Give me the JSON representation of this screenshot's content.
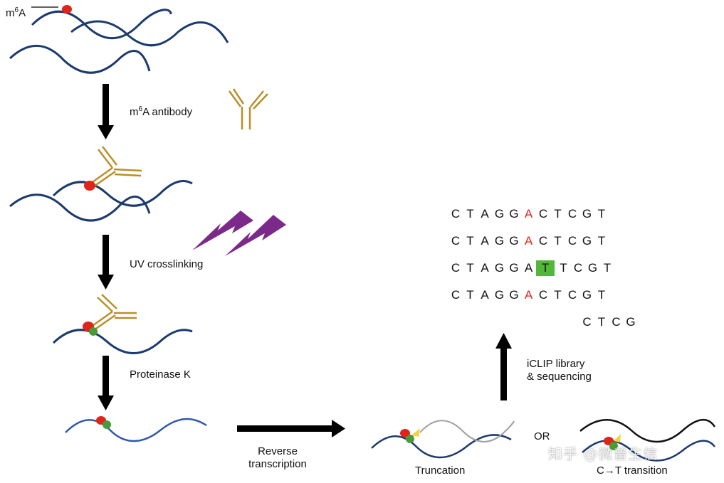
{
  "labels": {
    "m6a_marker_base": "m",
    "m6a_marker_sup": "6",
    "m6a_marker_suffix": "A",
    "antibody_step_base": "m",
    "antibody_step_sup": "6",
    "antibody_step_suffix": "A antibody",
    "uv_step": "UV crosslinking",
    "proteinase_step": "Proteinase K",
    "rt_line1": "Reverse",
    "rt_line2": "transcription",
    "truncation": "Truncation",
    "or": "OR",
    "transition": "C→T transition",
    "iclip_line1": "iCLIP library",
    "iclip_line2": "& sequencing"
  },
  "sequences": [
    {
      "letters": [
        "C",
        "T",
        "A",
        "G",
        "G",
        "A",
        "C",
        "T",
        "C",
        "G",
        "T"
      ],
      "highlight": 5,
      "style": "red"
    },
    {
      "letters": [
        "C",
        "T",
        "A",
        "G",
        "G",
        "A",
        "C",
        "T",
        "C",
        "G",
        "T"
      ],
      "highlight": 5,
      "style": "red"
    },
    {
      "letters": [
        "C",
        "T",
        "A",
        "G",
        "G",
        "A",
        "T",
        "T",
        "C",
        "G",
        "T"
      ],
      "highlight": 6,
      "style": "box"
    },
    {
      "letters": [
        "C",
        "T",
        "A",
        "G",
        "G",
        "A",
        "C",
        "T",
        "C",
        "G",
        "T"
      ],
      "highlight": 5,
      "style": "red"
    },
    {
      "letters": [
        "C",
        "T",
        "C",
        "G"
      ],
      "offset": 9,
      "highlight": -1,
      "style": "none"
    }
  ],
  "watermark": "知乎 @微普生信",
  "colors": {
    "rna": "#1c3a6e",
    "rna_light": "#2e5aa8",
    "antibody": "#b8902a",
    "m6a_dot": "#e0241a",
    "crosslink_dot": "#4b9a3a",
    "uv_bolt": "#7b2a8a",
    "highlight_red": "#e0241a",
    "highlight_box": "#53b83a",
    "cdna_gray": "#a0a0a0"
  }
}
